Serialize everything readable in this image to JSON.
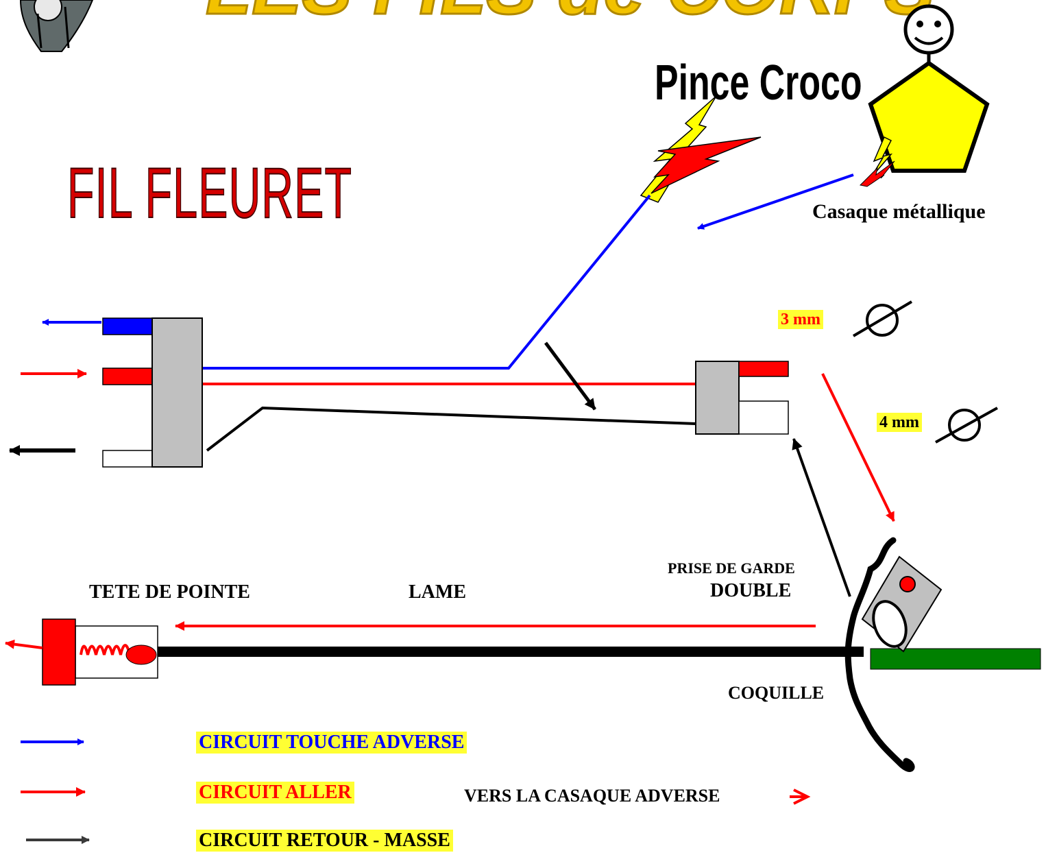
{
  "header": {
    "title_partial": "LES FILS de CORPS"
  },
  "heading": "FIL FLEURET",
  "labels": {
    "pince": "Pince Croco",
    "casaque": "Casaque métallique",
    "mm3": "3 mm",
    "mm4": "4 mm",
    "prise_line1": "PRISE DE GARDE",
    "prise_line2": "DOUBLE",
    "tete": "TETE DE POINTE",
    "lame": "LAME",
    "coquille": "COQUILLE",
    "vers": "VERS  LA CASAQUE  ADVERSE"
  },
  "legend": [
    {
      "text": "CIRCUIT   TOUCHE  ADVERSE",
      "color": "#0000ff"
    },
    {
      "text": "CIRCUIT   ALLER",
      "color": "#ff0000"
    },
    {
      "text": "CIRCUIT  RETOUR  -  MASSE",
      "color": "#000000"
    }
  ],
  "colors": {
    "blue": "#0000ff",
    "red": "#ff0000",
    "black": "#000000",
    "grey": "#c0c0c0",
    "yellow": "#ffff00",
    "green": "#008000",
    "title_gold": "#f2c200",
    "heading_red": "#d40000"
  }
}
